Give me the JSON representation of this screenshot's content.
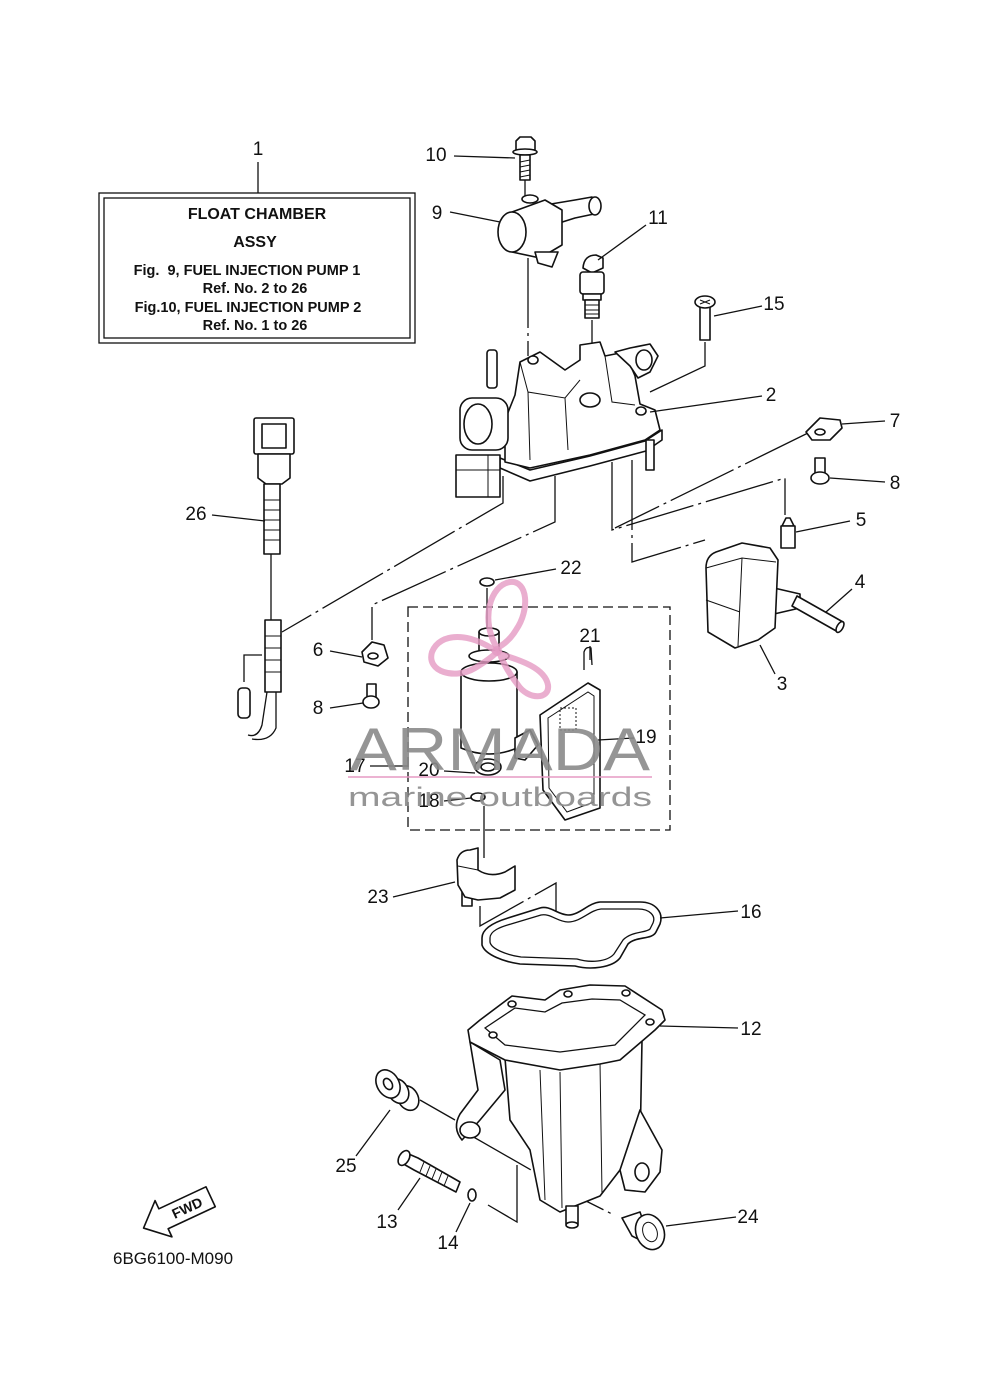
{
  "colors": {
    "background": "#ffffff",
    "line": "#111111",
    "watermark_text": "#8a8a8a",
    "watermark_logo": "#e59ac3"
  },
  "note_box": {
    "lines": [
      "FLOAT CHAMBER",
      "ASSY",
      "Fig.  9, FUEL INJECTION PUMP 1",
      "Ref. No. 2 to 26",
      "Fig.10, FUEL INJECTION PUMP 2",
      "Ref. No. 1 to 26"
    ]
  },
  "callouts": [
    {
      "label": "1"
    },
    {
      "label": "10"
    },
    {
      "label": "9"
    },
    {
      "label": "11"
    },
    {
      "label": "15"
    },
    {
      "label": "2"
    },
    {
      "label": "7"
    },
    {
      "label": "8"
    },
    {
      "label": "5"
    },
    {
      "label": "4"
    },
    {
      "label": "3"
    },
    {
      "label": "26"
    },
    {
      "label": "22"
    },
    {
      "label": "21"
    },
    {
      "label": "6"
    },
    {
      "label": "8"
    },
    {
      "label": "19"
    },
    {
      "label": "17"
    },
    {
      "label": "20"
    },
    {
      "label": "18"
    },
    {
      "label": "23"
    },
    {
      "label": "16"
    },
    {
      "label": "12"
    },
    {
      "label": "25"
    },
    {
      "label": "13"
    },
    {
      "label": "14"
    },
    {
      "label": "24"
    }
  ],
  "fwd_label": "FWD",
  "figure_code": "6BG6100-M090",
  "watermark": {
    "brand": "ARMADA",
    "tagline": "marine outboards"
  }
}
